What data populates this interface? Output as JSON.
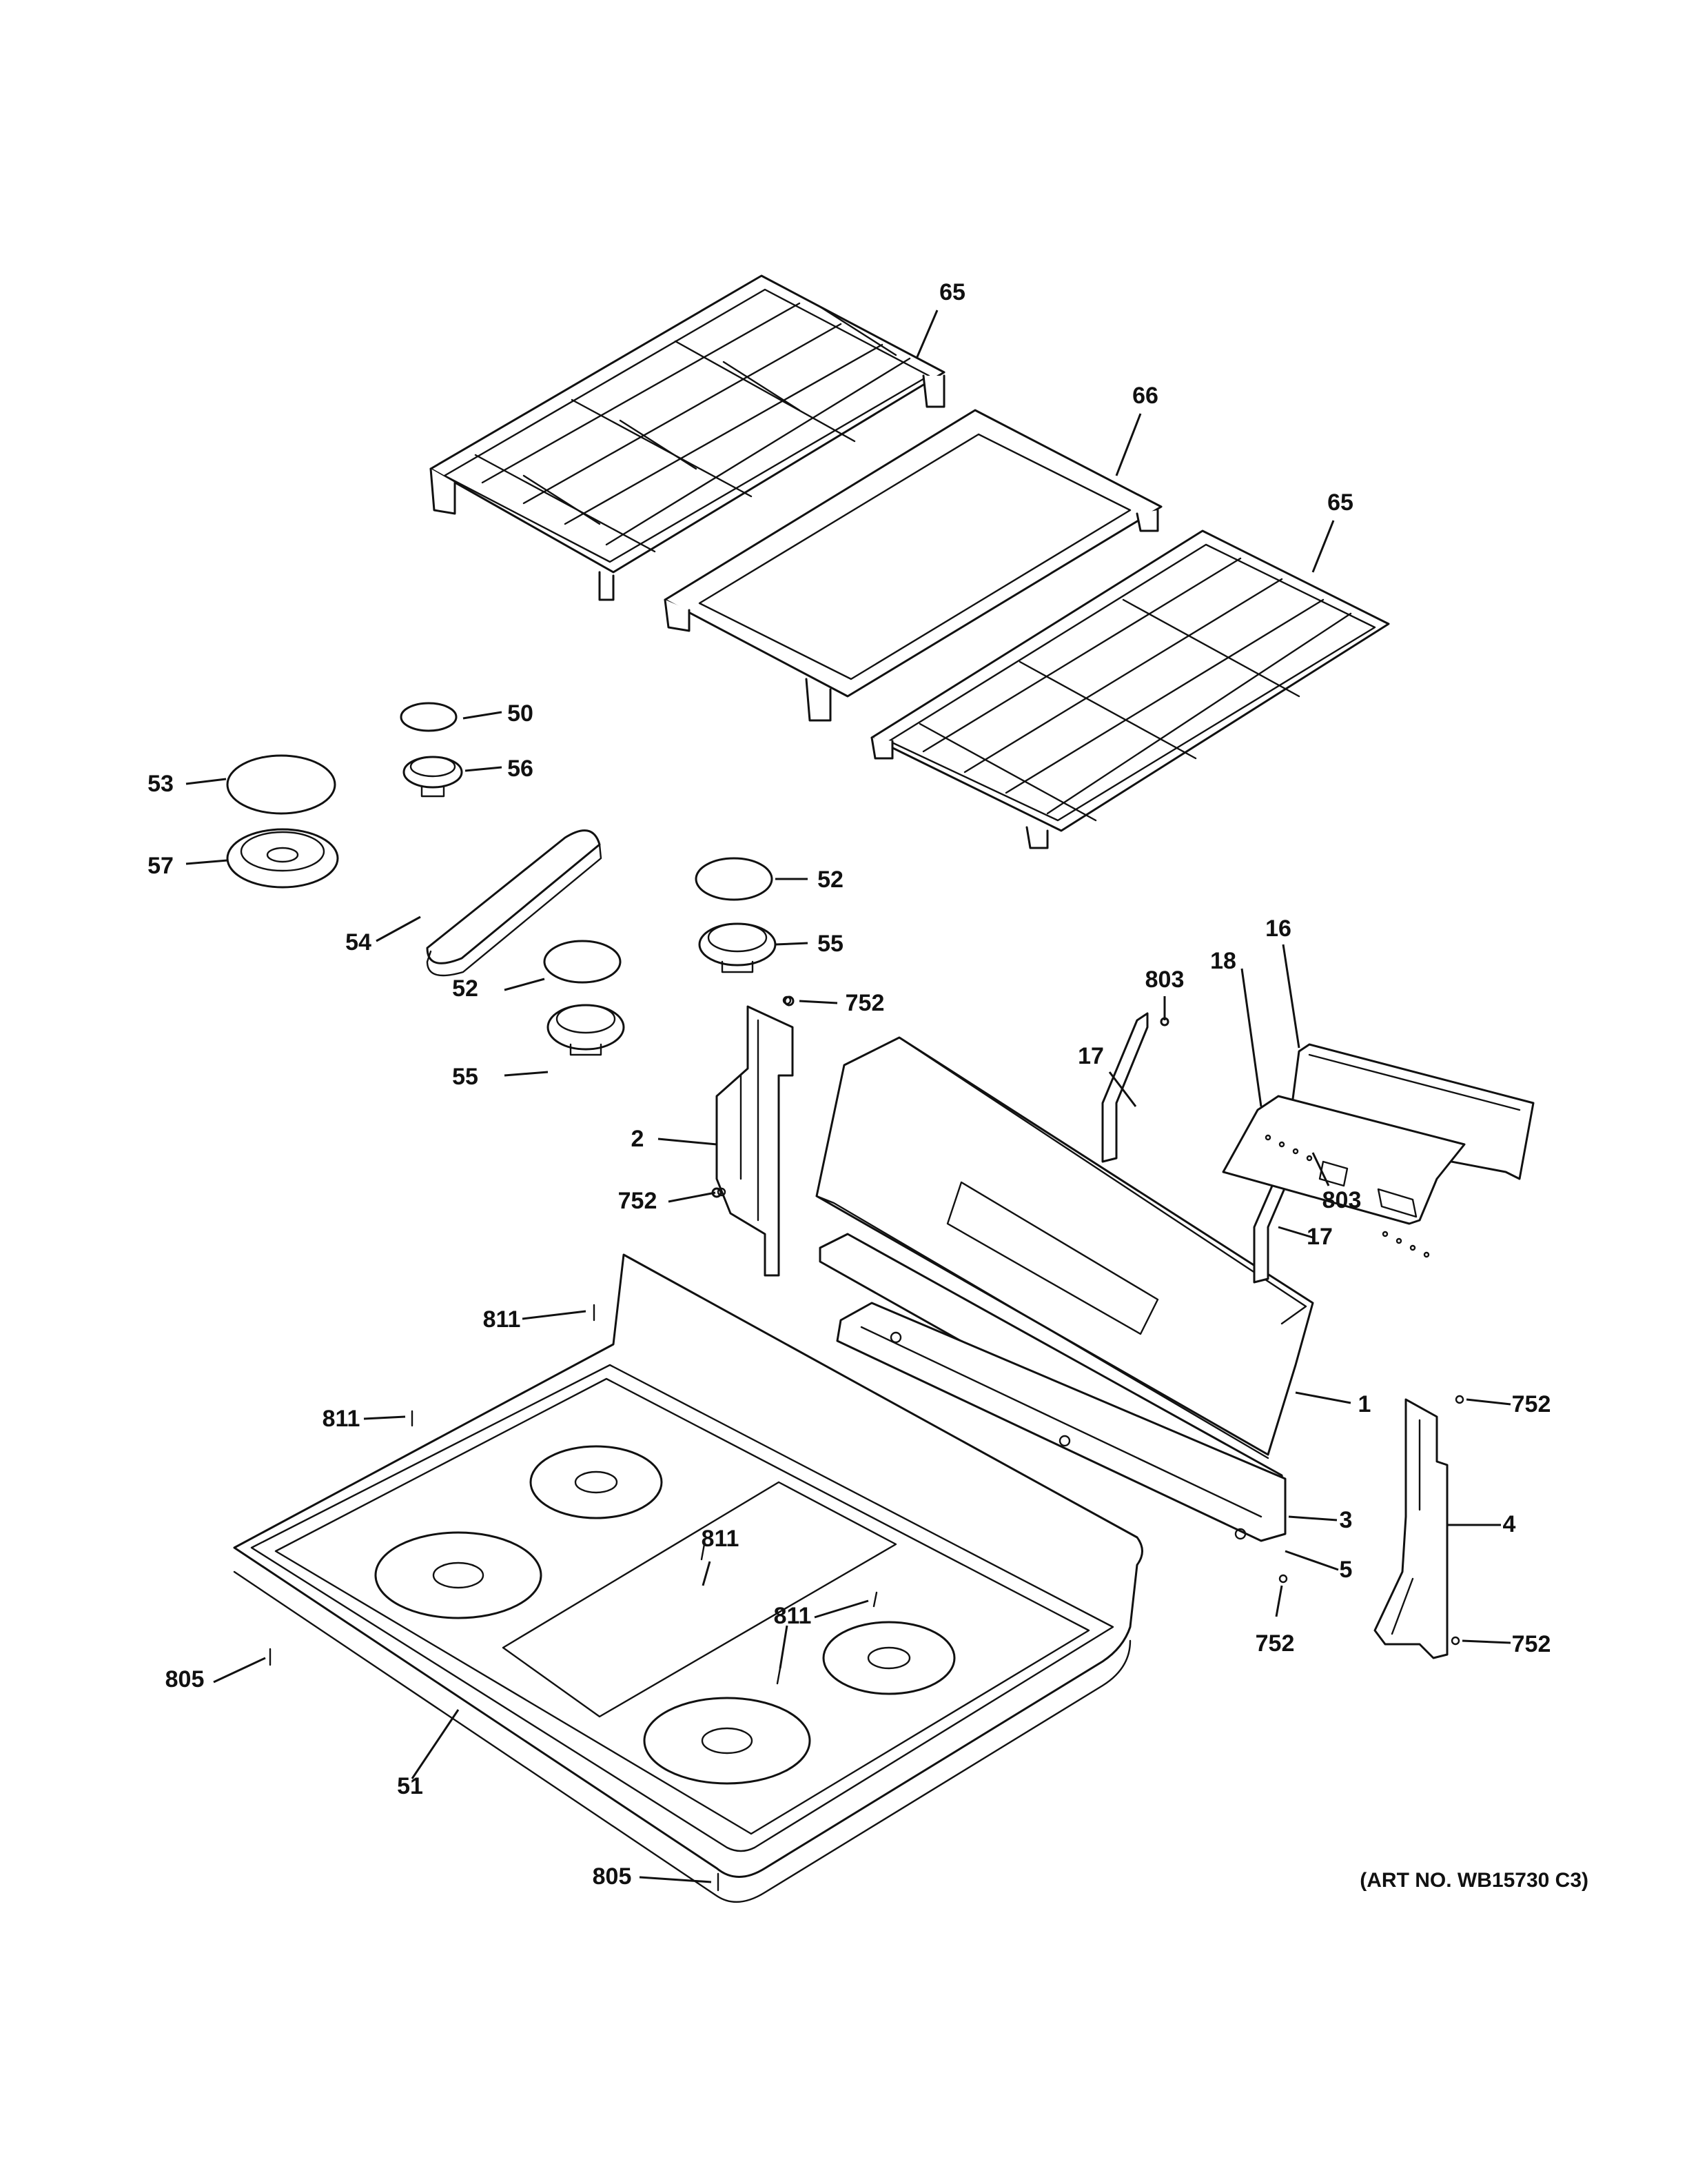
{
  "callouts": [
    "65",
    "66",
    "65",
    "50",
    "56",
    "53",
    "57",
    "54",
    "52",
    "55",
    "52",
    "55",
    "752",
    "2",
    "752",
    "17",
    "803",
    "16",
    "18",
    "803",
    "17",
    "811",
    "811",
    "1",
    "752",
    "3",
    "4",
    "5",
    "752",
    "752",
    "811",
    "811",
    "805",
    "51",
    "805"
  ],
  "art_no": "(ART NO. WB15730 C3)",
  "colors": {
    "line": "#111111",
    "background": "#ffffff"
  }
}
